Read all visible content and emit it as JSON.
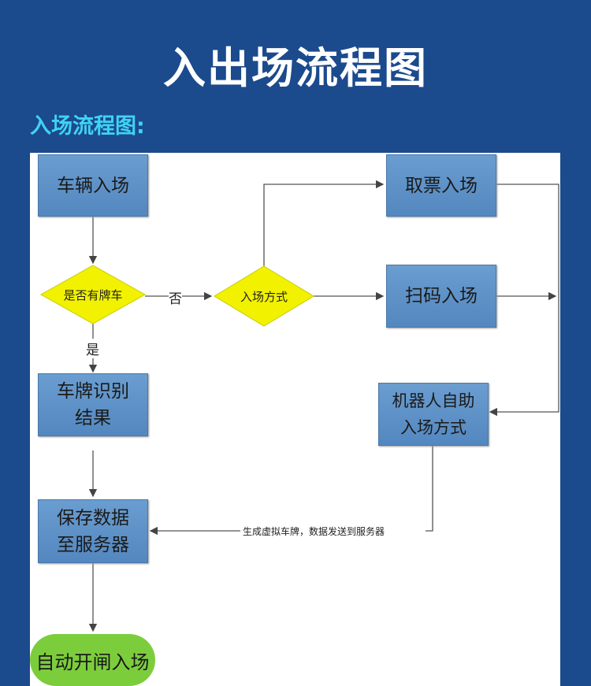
{
  "title": "入出场流程图",
  "subtitle": "入场流程图:",
  "nodes": {
    "vehicle_entry": "车辆入场",
    "has_plate": "是否有牌车",
    "entry_method": "入场方式",
    "ticket_entry": "取票入场",
    "scan_entry": "扫码入场",
    "robot_line1": "机器人自助",
    "robot_line2": "入场方式",
    "plate_result_line1": "车牌识别",
    "plate_result_line2": "结果",
    "save_line1": "保存数据",
    "save_line2": "至服务器",
    "auto_gate": "自动开闸入场"
  },
  "edges": {
    "no": "否",
    "yes": "是",
    "virtual_plate": "生成虚拟车牌，数据发送到服务器"
  },
  "colors": {
    "background": "#1b4a8d",
    "box": "#5b8fc4",
    "decision": "#f2f200",
    "terminal": "#7ccd3c",
    "subtitle": "#3fd3f2"
  }
}
